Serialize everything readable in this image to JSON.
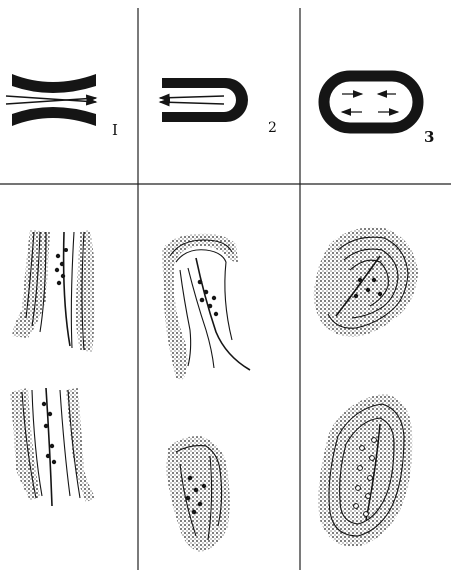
{
  "labels": {
    "panel_1": "I",
    "panel_2": "2",
    "panel_3": "3"
  },
  "colors": {
    "ink": "#151515",
    "paper": "#ffffff"
  }
}
